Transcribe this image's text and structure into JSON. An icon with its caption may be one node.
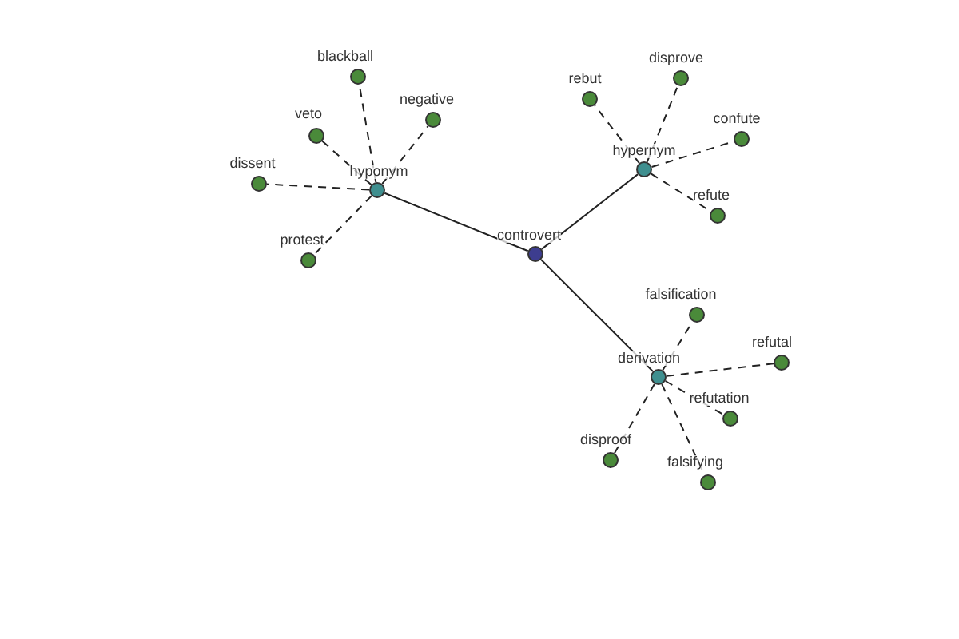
{
  "diagram": {
    "nodes": [
      {
        "text": [
          "controvert"
        ]
      },
      {
        "text": [
          "hyponym"
        ]
      },
      {
        "text": [
          "hypernym"
        ]
      },
      {
        "text": [
          "derivation"
        ]
      },
      {
        "text": [
          "blackball"
        ]
      },
      {
        "text": [
          "negative"
        ]
      },
      {
        "text": [
          "veto"
        ]
      },
      {
        "text": [
          "dissent"
        ]
      },
      {
        "text": [
          "protest"
        ]
      },
      {
        "text": [
          "rebut"
        ]
      },
      {
        "text": [
          "disprove"
        ]
      },
      {
        "text": [
          "confute"
        ]
      },
      {
        "text": [
          "refute"
        ]
      },
      {
        "text": [
          "falsification"
        ]
      },
      {
        "text": [
          "refutal"
        ]
      },
      {
        "text": [
          "refutation"
        ]
      },
      {
        "text": [
          "disproof"
        ]
      },
      {
        "text": [
          "falsifying"
        ]
      }
    ],
    "edges": [
      {
        "from": 0,
        "to": 1,
        "arrow": "none"
      },
      {
        "from": 0,
        "to": 2,
        "arrow": "none"
      },
      {
        "from": 0,
        "to": 3,
        "arrow": "none"
      },
      {
        "from": 1,
        "to": 4,
        "arrow": "none",
        "style": "dashed"
      },
      {
        "from": 1,
        "to": 5,
        "arrow": "none",
        "style": "dashed"
      },
      {
        "from": 1,
        "to": 6,
        "arrow": "none",
        "style": "dashed"
      },
      {
        "from": 1,
        "to": 7,
        "arrow": "none",
        "style": "dashed"
      },
      {
        "from": 1,
        "to": 8,
        "arrow": "none",
        "style": "dashed"
      },
      {
        "from": 2,
        "to": 9,
        "arrow": "none",
        "style": "dashed"
      },
      {
        "from": 2,
        "to": 10,
        "arrow": "none",
        "style": "dashed"
      },
      {
        "from": 2,
        "to": 11,
        "arrow": "none",
        "style": "dashed"
      },
      {
        "from": 2,
        "to": 12,
        "arrow": "none",
        "style": "dashed"
      },
      {
        "from": 3,
        "to": 13,
        "arrow": "none",
        "style": "dashed"
      },
      {
        "from": 3,
        "to": 14,
        "arrow": "none",
        "style": "dashed"
      },
      {
        "from": 3,
        "to": 15,
        "arrow": "none",
        "style": "dashed"
      },
      {
        "from": 3,
        "to": 16,
        "arrow": "none",
        "style": "dashed"
      },
      {
        "from": 3,
        "to": 17,
        "arrow": "none",
        "style": "dashed"
      }
    ]
  }
}
